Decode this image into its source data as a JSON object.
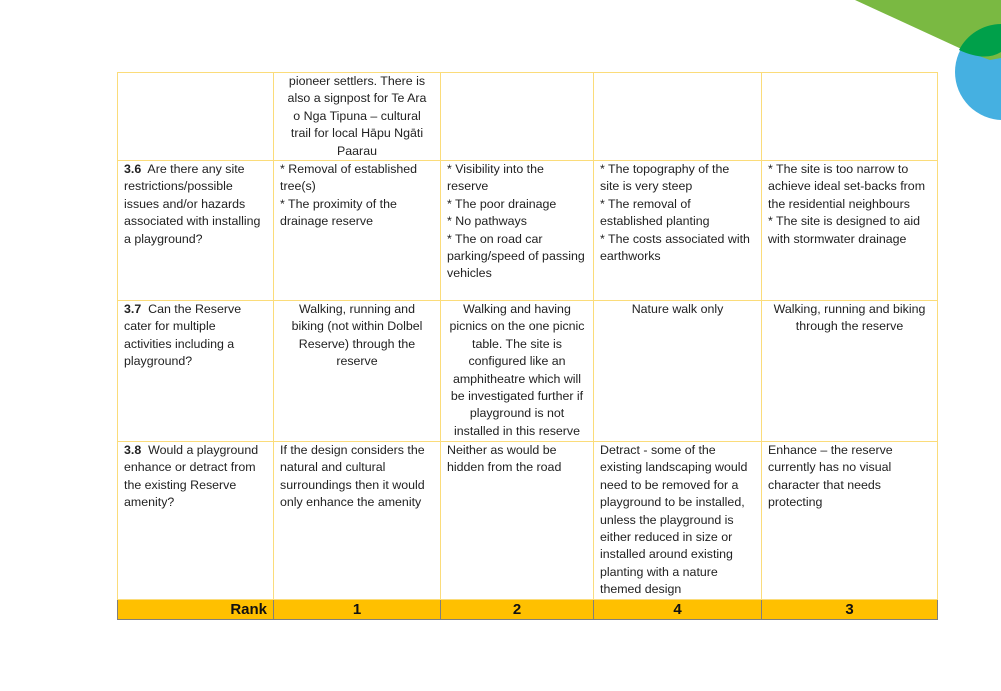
{
  "rows": [
    {
      "q_num": "",
      "q_text": [],
      "cells": [
        [],
        [
          "pioneer settlers.  There is",
          "also a signpost for Te Ara",
          "o Nga Tipuna – cultural",
          "trail for local Hāpu Ngāti",
          "Paarau"
        ],
        [],
        [],
        []
      ]
    },
    {
      "q_num": "3.6",
      "q_text": [
        "  Are there any site",
        "restrictions/possible",
        "issues and/or hazards",
        "associated with installing",
        "a playground?"
      ],
      "cells": [
        [],
        [
          "* Removal of established",
          "tree(s)",
          "* The proximity of the",
          "drainage reserve"
        ],
        [
          "* Visibility into the",
          "reserve",
          "* The poor drainage",
          "* No pathways",
          "* The on road car",
          "parking/speed of passing",
          "vehicles"
        ],
        [
          "* The topography of the",
          "site is very steep",
          "* The removal of",
          "established planting",
          "* The costs associated with",
          "earthworks"
        ],
        [
          "* The site is too narrow to",
          "achieve ideal set-backs from",
          "the residential neighbours",
          "* The site is designed to aid",
          "with stormwater drainage"
        ]
      ]
    },
    {
      "q_num": "3.7",
      "q_text": [
        "  Can the Reserve",
        "cater for multiple",
        "activities including a",
        "playground?"
      ],
      "cells": [
        [],
        [
          "Walking, running and",
          "biking (not within Dolbel",
          "Reserve) through the",
          "reserve"
        ],
        [
          "Walking and having",
          "picnics on the one picnic",
          "table. The site is",
          "configured like an",
          "amphitheatre which will",
          "be investigated further if",
          "playground is not",
          "installed in this reserve"
        ],
        [
          "Nature walk only"
        ],
        [
          "Walking, running and biking",
          "through the reserve"
        ]
      ]
    },
    {
      "q_num": "3.8",
      "q_text": [
        "  Would a playground",
        "enhance or detract from",
        "the existing Reserve",
        "amenity?"
      ],
      "cells": [
        [],
        [
          "If the design considers the",
          "natural and cultural",
          "surroundings then it would",
          "only enhance the amenity"
        ],
        [
          "Neither as would be",
          "hidden from the road"
        ],
        [
          "Detract - some of the",
          "existing landscaping would",
          "need to be removed for a",
          "playground to be installed,",
          "unless the playground is",
          "either reduced in size or",
          "installed around existing",
          "planting with a nature",
          "themed design"
        ],
        [
          "Enhance – the reserve",
          "currently has no visual",
          "character that needs",
          "protecting"
        ]
      ]
    }
  ],
  "rank": {
    "label": "Rank",
    "values": [
      "1",
      "2",
      "4",
      "3"
    ]
  },
  "colors": {
    "border": "#fbdc7a",
    "rank_bg": "#ffc000",
    "deco_green": "#7ab942",
    "deco_dark_green": "#00a04a",
    "deco_blue": "#45b0e1"
  }
}
